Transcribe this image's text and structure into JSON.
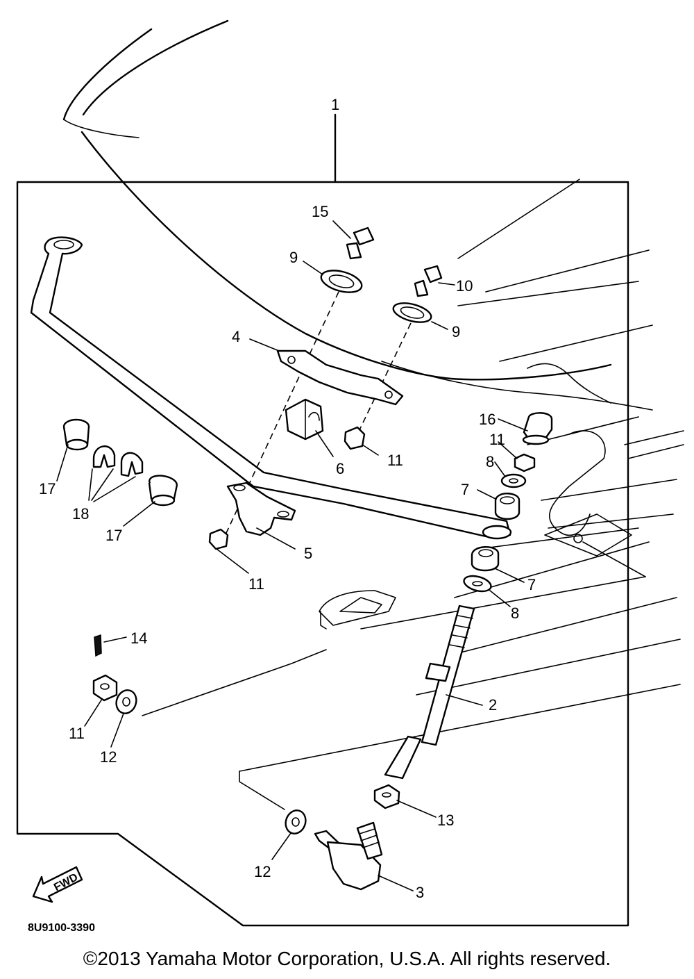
{
  "callouts": {
    "c1": "1",
    "c2": "2",
    "c3": "3",
    "c4": "4",
    "c5": "5",
    "c6": "6",
    "c7a": "7",
    "c7b": "7",
    "c8a": "8",
    "c8b": "8",
    "c9a": "9",
    "c9b": "9",
    "c10": "10",
    "c11a": "11",
    "c11b": "11",
    "c11c": "11",
    "c11d": "11",
    "c12a": "12",
    "c12b": "12",
    "c13": "13",
    "c14": "14",
    "c15": "15",
    "c16": "16",
    "c17a": "17",
    "c17b": "17",
    "c18": "18"
  },
  "fwd_label": "FWD",
  "diagram_code": "8U9100-3390",
  "copyright": "©2013 Yamaha Motor Corporation, U.S.A. All rights reserved."
}
